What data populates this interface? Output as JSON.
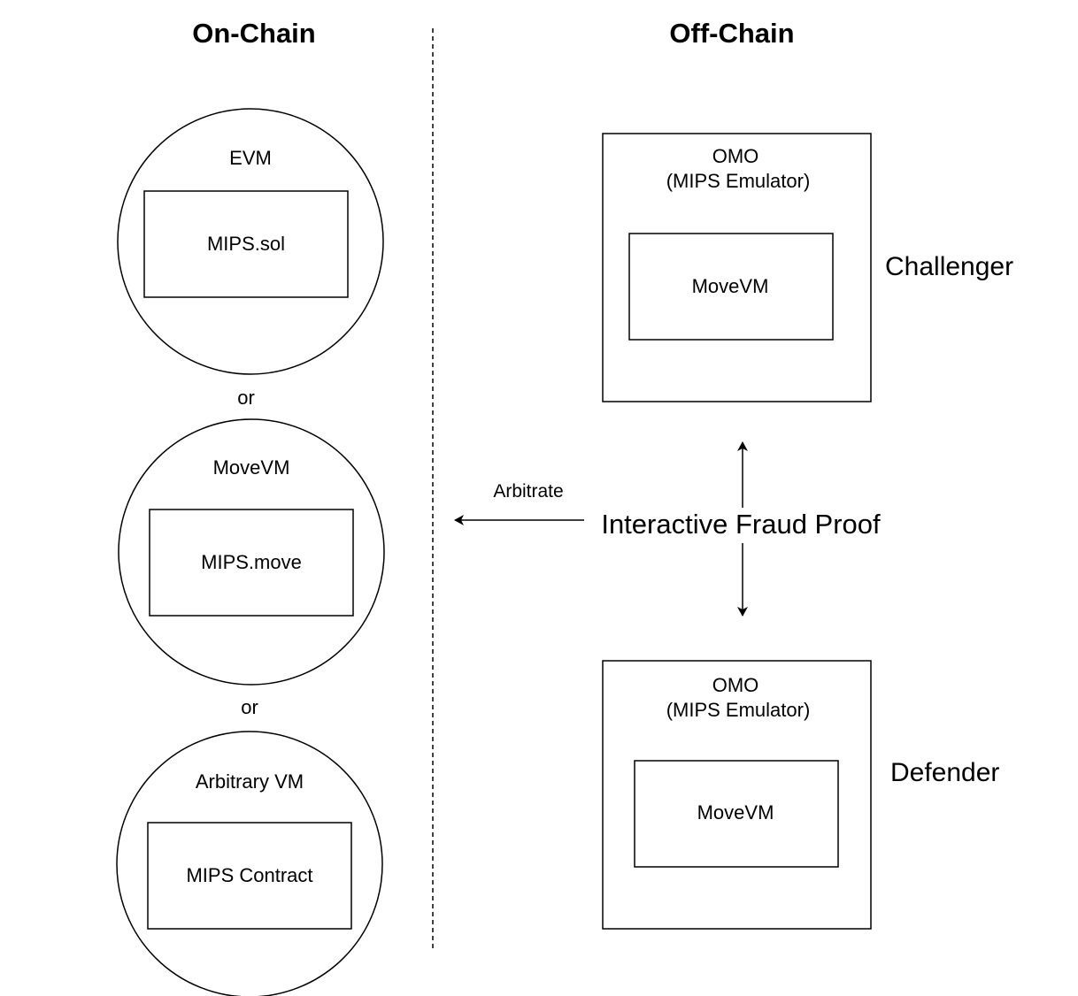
{
  "headers": {
    "on_chain": "On-Chain",
    "off_chain": "Off-Chain"
  },
  "on_chain": {
    "vm1": {
      "vm": "EVM",
      "contract": "MIPS.sol"
    },
    "separator1": "or",
    "vm2": {
      "vm": "MoveVM",
      "contract": "MIPS.move"
    },
    "separator2": "or",
    "vm3": {
      "vm": "Arbitrary VM",
      "contract": "MIPS Contract"
    }
  },
  "off_chain": {
    "challenger": {
      "emulator_line1": "OMO",
      "emulator_line2": "(MIPS Emulator)",
      "inner": "MoveVM",
      "role": "Challenger"
    },
    "defender": {
      "emulator_line1": "OMO",
      "emulator_line2": "(MIPS Emulator)",
      "inner": "MoveVM",
      "role": "Defender"
    }
  },
  "center": {
    "proof": "Interactive Fraud Proof",
    "arbitrate": "Arbitrate"
  }
}
